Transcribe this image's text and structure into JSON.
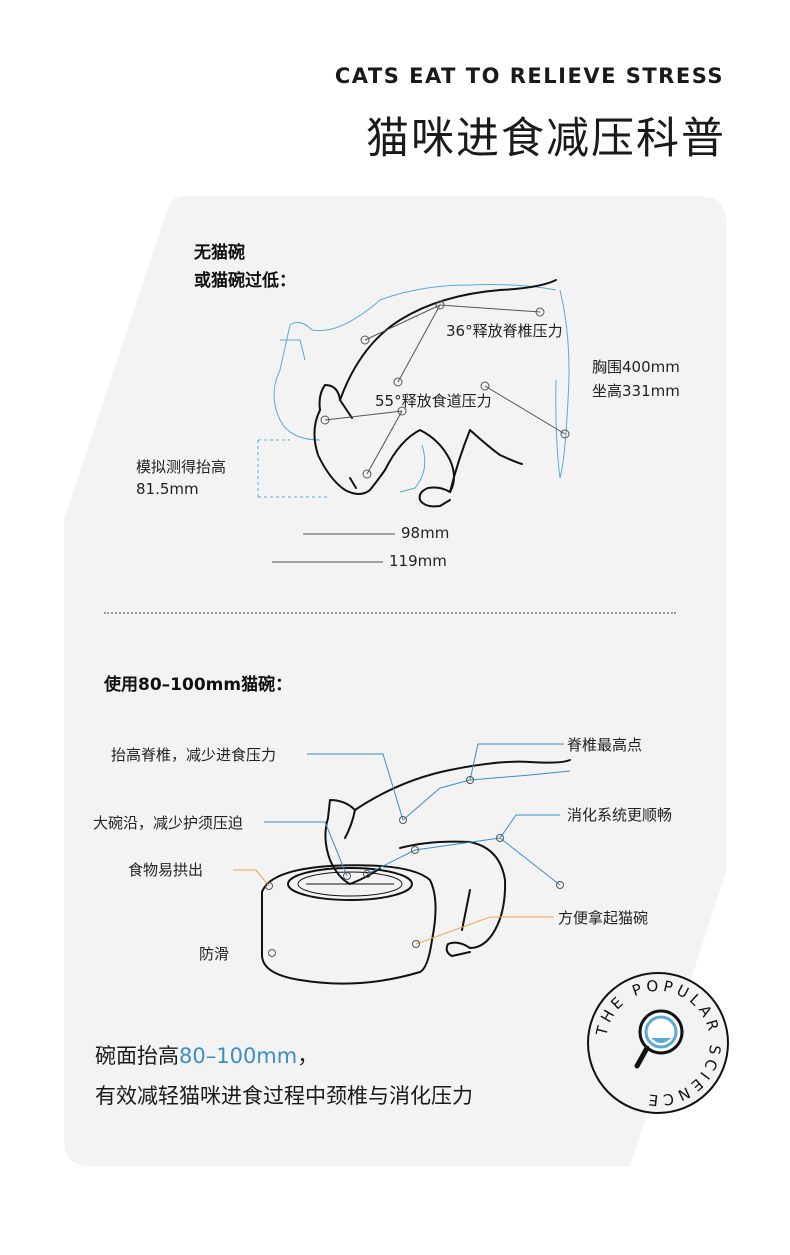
{
  "header": {
    "en_title": "CATS EAT TO RELIEVE STRESS",
    "zh_title": "猫咪进食减压科普"
  },
  "section1": {
    "heading_line1": "无猫碗",
    "heading_line2": "或猫碗过低：",
    "spine_pressure": "36°释放脊椎压力",
    "esophagus_pressure": "55°释放食道压力",
    "chest": "胸围400mm",
    "sitting_height": "坐高331mm",
    "simulated_raise": "模拟测得抬高",
    "raise_value": "81.5mm",
    "width1": "98mm",
    "width2": "119mm"
  },
  "section2": {
    "heading": "使用80–100mm猫碗：",
    "labels": {
      "raise_spine": "抬高脊椎，减少进食压力",
      "spine_top": "脊椎最高点",
      "wide_rim": "大碗沿，减少护须压迫",
      "digestion": "消化系统更顺畅",
      "food_push": "食物易拱出",
      "easy_lift": "方便拿起猫碗",
      "anti_slip": "防滑"
    }
  },
  "summary": {
    "line1_prefix": "碗面抬高",
    "line1_highlight": "80–100mm",
    "line1_suffix": "，",
    "line2": "有效减轻猫咪进食过程中颈椎与消化压力"
  },
  "badge": {
    "text": "THE POPULAR SCIENCE"
  },
  "colors": {
    "accent_blue": "#3a8fc6",
    "accent_orange": "#f0a64a",
    "panel": "#f3f3f3"
  }
}
